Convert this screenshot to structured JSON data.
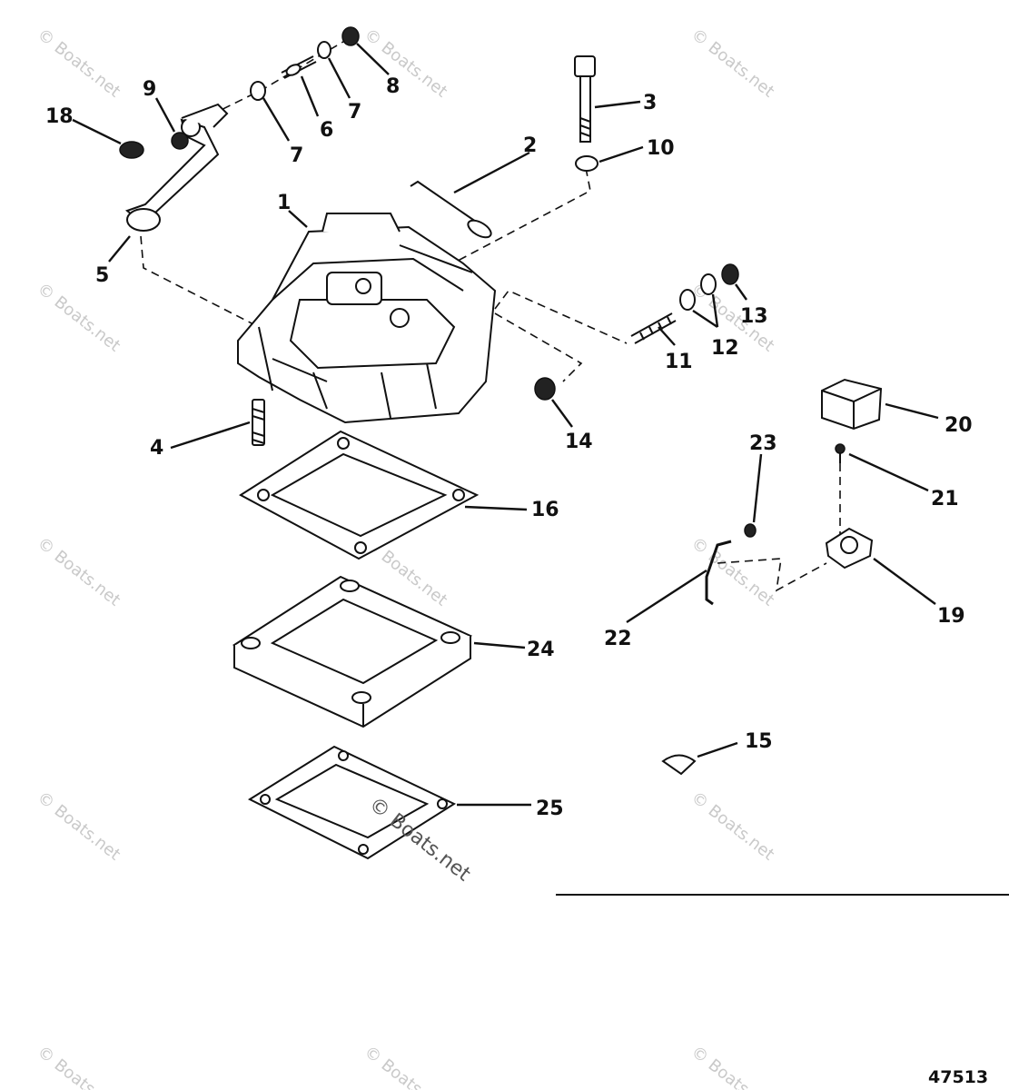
{
  "diagram": {
    "callouts": [
      "1",
      "2",
      "3",
      "4",
      "5",
      "6",
      "7",
      "7",
      "8",
      "9",
      "10",
      "11",
      "12",
      "13",
      "14",
      "15",
      "16",
      "18",
      "19",
      "20",
      "21",
      "22",
      "23",
      "24",
      "25"
    ],
    "watermark_text": "© Boats.net",
    "figure_number": "47513"
  }
}
